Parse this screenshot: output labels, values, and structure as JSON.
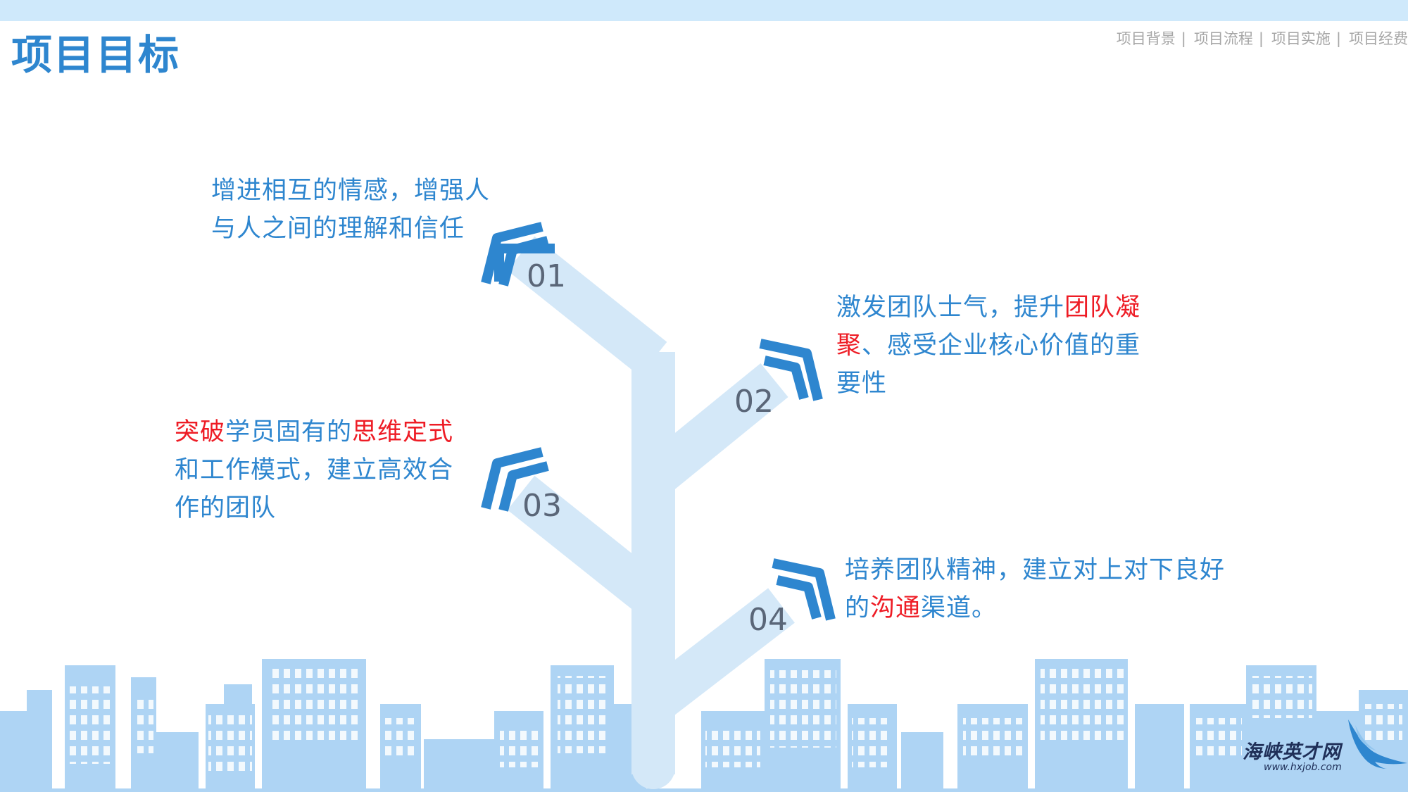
{
  "slide": {
    "title": "项目目标",
    "nav": [
      "项目背景",
      "项目流程",
      "项目实施",
      "项目经费"
    ],
    "separator": "|"
  },
  "goals": [
    {
      "number": "01",
      "lines": [
        [
          {
            "t": "增进相互的情感，增强人"
          }
        ],
        [
          {
            "t": "与人之间的理解和信任"
          }
        ]
      ]
    },
    {
      "number": "02",
      "lines": [
        [
          {
            "t": "激发团队士气，提升"
          },
          {
            "t": "团队凝",
            "hl": true
          }
        ],
        [
          {
            "t": "聚",
            "hl": true
          },
          {
            "t": "、感受企业核心价值的重"
          }
        ],
        [
          {
            "t": "要性"
          }
        ]
      ]
    },
    {
      "number": "03",
      "lines": [
        [
          {
            "t": "突破",
            "hl": true
          },
          {
            "t": "学员固有的"
          },
          {
            "t": "思维定式",
            "hl": true
          }
        ],
        [
          {
            "t": "和工作模式，建立高效合"
          }
        ],
        [
          {
            "t": "作的团队"
          }
        ]
      ]
    },
    {
      "number": "04",
      "lines": [
        [
          {
            "t": "培养团队精神，建立对上对下良好"
          }
        ],
        [
          {
            "t": "的"
          },
          {
            "t": "沟通",
            "hl": true
          },
          {
            "t": "渠道。"
          }
        ]
      ]
    }
  ],
  "logo": {
    "name": "海峡英才网",
    "url": "www.hxjob.com"
  },
  "colors": {
    "accent": "#2e86cf",
    "highlight": "#ee1c25",
    "topbar": "#cfe9fb",
    "tree": "#d4e8f8",
    "city": "#aed4f4"
  }
}
